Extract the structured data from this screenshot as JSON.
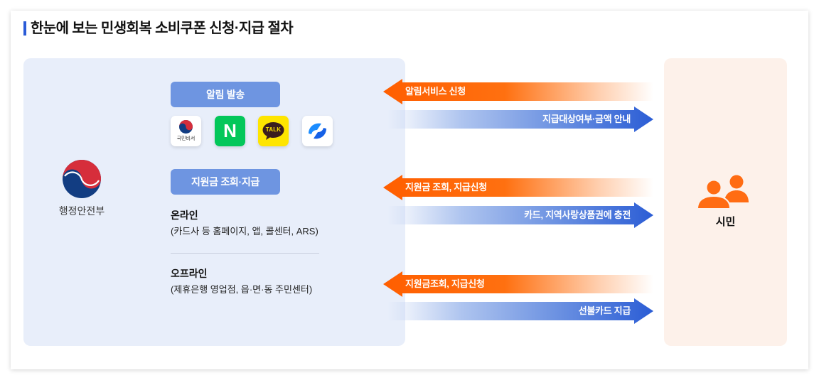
{
  "title": "한눈에 보는 민생회복 소비쿠폰 신청·지급 절차",
  "colors": {
    "accent_bar": "#2a5bd7",
    "pill": "#6e95e1",
    "left_panel": "#e8eefa",
    "right_panel": "#fdf1ea",
    "request_arrow": "#ff5e00",
    "response_arrow": "#2b5dd5",
    "citizen_icon": "#ff6c13"
  },
  "government": {
    "name": "행정안전부",
    "icon": "government-emblem-icon"
  },
  "notification": {
    "label": "알림 발송",
    "apps": [
      {
        "icon": "gukmin-biseo-icon",
        "text": "국민비서"
      },
      {
        "icon": "naver-icon",
        "text": "N"
      },
      {
        "icon": "kakaotalk-icon",
        "text": "TALK"
      },
      {
        "icon": "toss-icon"
      }
    ]
  },
  "support": {
    "label": "지원금 조회·지급",
    "online": {
      "title": "온라인",
      "detail": "(카드사 등 홈페이지, 앱, 콜센터, ARS)"
    },
    "offline": {
      "title": "오프라인",
      "detail": "(제휴은행 영업점, 읍·면·동 주민센터)"
    }
  },
  "arrows": [
    {
      "label": "알림서비스 신청"
    },
    {
      "label": "지급대상여부·금액 안내"
    },
    {
      "label": "지원금 조회, 지급신청"
    },
    {
      "label": "카드, 지역사랑상품권에 충전"
    },
    {
      "label": "지원금조회, 지급신청"
    },
    {
      "label": "선불카드 지급"
    }
  ],
  "citizen": {
    "label": "시민",
    "icon": "citizens-icon"
  }
}
